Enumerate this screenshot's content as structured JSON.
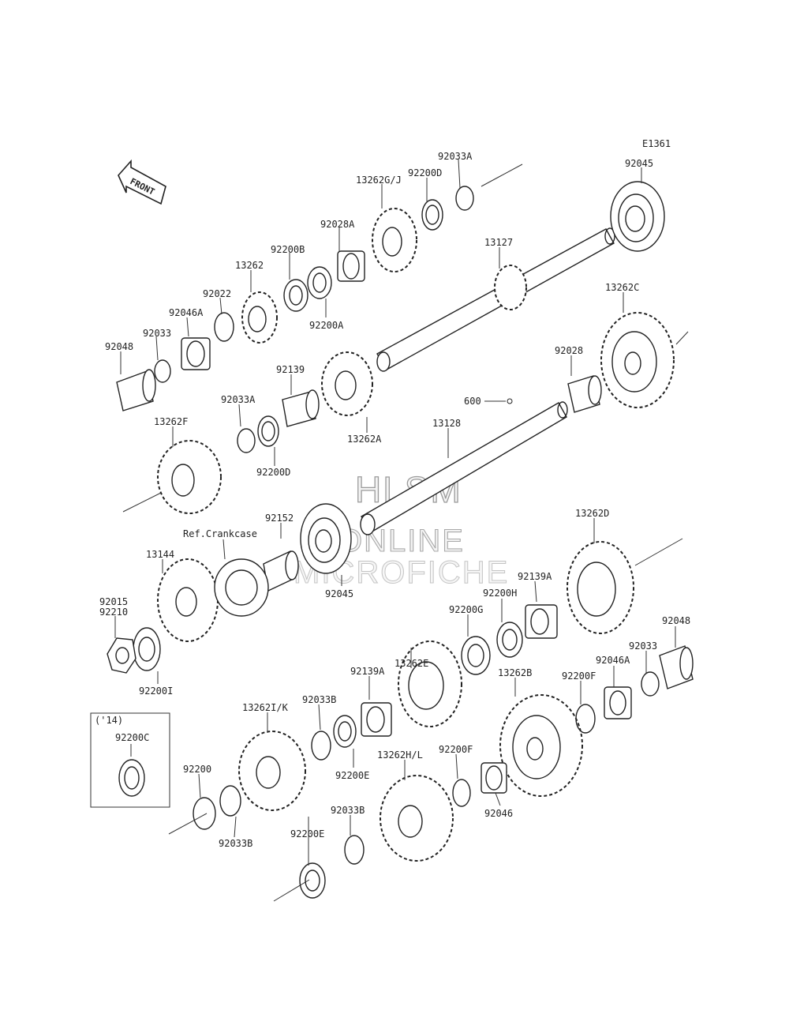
{
  "diagram_code": "E1361",
  "front_label": "FRONT",
  "ref_crankcase": "Ref.Crankcase",
  "year_box_label": "('14)",
  "year_box_part": "92200C",
  "watermark": [
    "HLSM",
    "ONLINE",
    "MICROFICHE"
  ],
  "parts": [
    "92033A",
    "92045",
    "92200D",
    "13262G/J",
    "92028A",
    "92200B",
    "13262",
    "13127",
    "92022",
    "92046A",
    "92033",
    "92048",
    "92200A",
    "13262C",
    "92139",
    "92028",
    "600",
    "92033A",
    "92200D",
    "13262A",
    "13262F",
    "13128",
    "92152",
    "13262D",
    "13144",
    "92045",
    "92139A",
    "92015",
    "92210",
    "92200H",
    "92200G",
    "13262E",
    "92048",
    "92200I",
    "92033",
    "92046A",
    "92139A",
    "13262B",
    "92200F",
    "13262I/K",
    "92033B",
    "92200E",
    "13262H/L",
    "92200F",
    "92200",
    "92046",
    "92033B",
    "92033B",
    "92200E"
  ]
}
